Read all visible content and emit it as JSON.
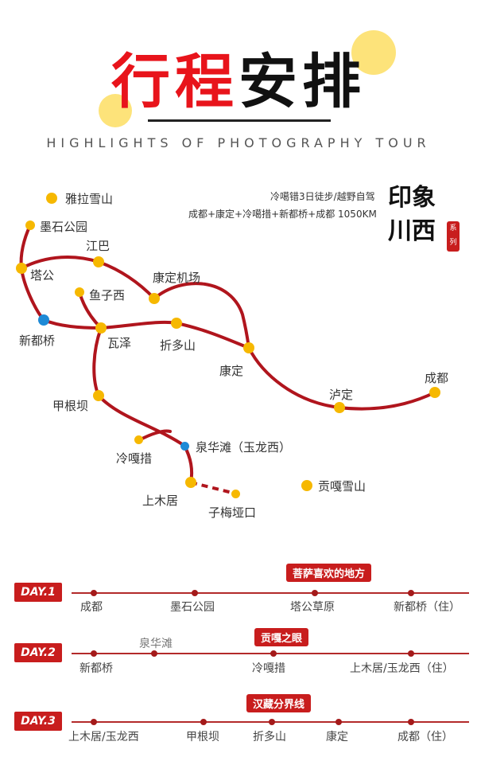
{
  "header": {
    "title_part_red": "行程",
    "title_part_black": "安排",
    "subtitle": "HIGHLIGHTS OF PHOTOGRAPHY TOUR"
  },
  "map": {
    "info_line1": "冷噶错3日徒步/越野自驾",
    "info_line2": "成都+康定+冷噶措+新都桥+成都 1050KM",
    "seal_text": "印象川西",
    "seal_small": "系列",
    "places": {
      "yala": "雅拉雪山",
      "moshi": "墨石公园",
      "jiangba": "江巴",
      "tagong": "塔公",
      "kangding_airport": "康定机场",
      "yuzixi": "鱼子西",
      "xinduqiao": "新都桥",
      "waze": "瓦泽",
      "zheduoshan": "折多山",
      "kangding": "康定",
      "luding": "泸定",
      "chengdu": "成都",
      "jiagenba": "甲根坝",
      "lenggacuo": "冷嘎措",
      "quanhuatan": "泉华滩（玉龙西）",
      "shangmuju": "上木居",
      "zimeiyakou": "子梅垭口",
      "gongga": "贡嘎雪山"
    },
    "colors": {
      "route": "#b0151d",
      "yellow_dot": "#f6b800",
      "blue_dot": "#1e8ad6"
    }
  },
  "itinerary": [
    {
      "tag": "DAY.1",
      "highlight": "菩萨喜欢的地方",
      "stops": [
        "成都",
        "墨石公园",
        "塔公草原",
        "新都桥（住）"
      ]
    },
    {
      "tag": "DAY.2",
      "highlight": "贡嘎之眼",
      "upper_stop": "泉华滩",
      "stops": [
        "新都桥",
        "冷嘎措",
        "上木居/玉龙西（住）"
      ]
    },
    {
      "tag": "DAY.3",
      "highlight": "汉藏分界线",
      "stops": [
        "上木居/玉龙西",
        "甲根坝",
        "折多山",
        "康定",
        "成都（住）"
      ]
    }
  ]
}
